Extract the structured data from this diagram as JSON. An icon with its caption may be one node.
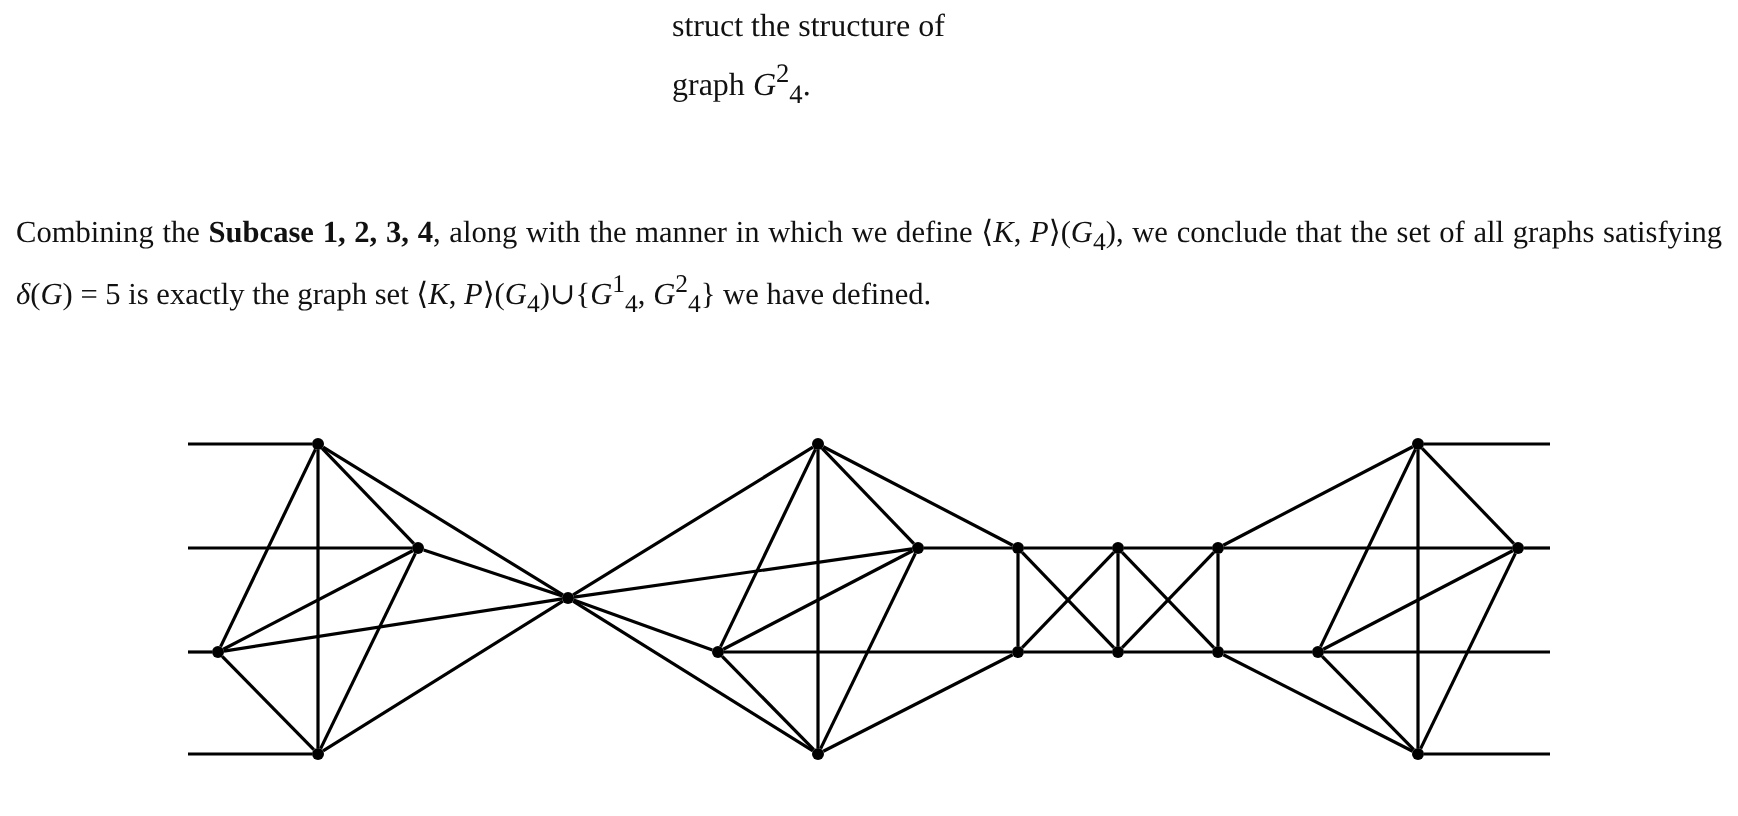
{
  "diagram": {
    "nodes": [
      {
        "text": [],
        "shape": "circle"
      },
      {
        "text": [],
        "shape": "circle"
      },
      {
        "text": [],
        "shape": "circle"
      },
      {
        "text": [],
        "shape": "circle"
      },
      {
        "text": [],
        "shape": "circle"
      },
      {
        "text": [],
        "shape": "circle"
      },
      {
        "text": [],
        "shape": "circle"
      },
      {
        "text": [],
        "shape": "circle"
      },
      {
        "text": [],
        "shape": "circle"
      },
      {
        "text": [],
        "shape": "circle"
      },
      {
        "text": [],
        "shape": "circle"
      },
      {
        "text": [],
        "shape": "circle"
      },
      {
        "text": [],
        "shape": "circle"
      },
      {
        "text": [],
        "shape": "circle"
      },
      {
        "text": [],
        "shape": "circle"
      },
      {
        "text": [],
        "shape": "circle"
      },
      {
        "text": [],
        "shape": "circle"
      },
      {
        "text": [],
        "shape": "circle"
      },
      {
        "text": [],
        "shape": "circle"
      }
    ],
    "edges": [
      {
        "from": null,
        "to": 1,
        "arrow": "none"
      },
      {
        "from": null,
        "to": 3,
        "arrow": "none"
      },
      {
        "from": null,
        "to": 0,
        "arrow": "none"
      },
      {
        "from": null,
        "to": 2,
        "arrow": "none"
      },
      {
        "from": 1,
        "to": 2,
        "arrow": "none"
      },
      {
        "from": 1,
        "to": 0,
        "arrow": "none"
      },
      {
        "from": 1,
        "to": 3,
        "arrow": "none"
      },
      {
        "from": 1,
        "to": 4,
        "arrow": "none"
      },
      {
        "from": 0,
        "to": 3,
        "arrow": "none"
      },
      {
        "from": 0,
        "to": 4,
        "arrow": "none"
      },
      {
        "from": 0,
        "to": 2,
        "arrow": "none"
      },
      {
        "from": 3,
        "to": 2,
        "arrow": "none"
      },
      {
        "from": 3,
        "to": 4,
        "arrow": "none"
      },
      {
        "from": 2,
        "to": 4,
        "arrow": "none"
      },
      {
        "from": 4,
        "to": 6,
        "arrow": "none"
      },
      {
        "from": 4,
        "to": 8,
        "arrow": "none"
      },
      {
        "from": 4,
        "to": 5,
        "arrow": "none"
      },
      {
        "from": 4,
        "to": 7,
        "arrow": "none"
      },
      {
        "from": 6,
        "to": 5,
        "arrow": "none"
      },
      {
        "from": 6,
        "to": 7,
        "arrow": "none"
      },
      {
        "from": 6,
        "to": 8,
        "arrow": "none"
      },
      {
        "from": 5,
        "to": 8,
        "arrow": "none"
      },
      {
        "from": 5,
        "to": 7,
        "arrow": "none"
      },
      {
        "from": 8,
        "to": 7,
        "arrow": "none"
      },
      {
        "from": 6,
        "to": 9,
        "arrow": "none"
      },
      {
        "from": 8,
        "to": 9,
        "arrow": "none"
      },
      {
        "from": 5,
        "to": 10,
        "arrow": "none"
      },
      {
        "from": 7,
        "to": 10,
        "arrow": "none"
      },
      {
        "from": 9,
        "to": 11,
        "arrow": "none"
      },
      {
        "from": 11,
        "to": 13,
        "arrow": "none"
      },
      {
        "from": 10,
        "to": 12,
        "arrow": "none"
      },
      {
        "from": 12,
        "to": 14,
        "arrow": "none"
      },
      {
        "from": 9,
        "to": 10,
        "arrow": "none"
      },
      {
        "from": 11,
        "to": 12,
        "arrow": "none"
      },
      {
        "from": 13,
        "to": 14,
        "arrow": "none"
      },
      {
        "from": 9,
        "to": 12,
        "arrow": "none"
      },
      {
        "from": 10,
        "to": 11,
        "arrow": "none"
      },
      {
        "from": 11,
        "to": 14,
        "arrow": "none"
      },
      {
        "from": 12,
        "to": 13,
        "arrow": "none"
      },
      {
        "from": 13,
        "to": 16,
        "arrow": "none"
      },
      {
        "from": 13,
        "to": 18,
        "arrow": "none"
      },
      {
        "from": 14,
        "to": 15,
        "arrow": "none"
      },
      {
        "from": 14,
        "to": 17,
        "arrow": "none"
      },
      {
        "from": 16,
        "to": 15,
        "arrow": "none"
      },
      {
        "from": 16,
        "to": 17,
        "arrow": "none"
      },
      {
        "from": 16,
        "to": 18,
        "arrow": "none"
      },
      {
        "from": 15,
        "to": 18,
        "arrow": "none"
      },
      {
        "from": 15,
        "to": 17,
        "arrow": "none"
      },
      {
        "from": 18,
        "to": 17,
        "arrow": "none"
      },
      {
        "from": 16,
        "to": null,
        "arrow": "none"
      },
      {
        "from": 18,
        "to": null,
        "arrow": "none"
      },
      {
        "from": 15,
        "to": null,
        "arrow": "none"
      },
      {
        "from": 17,
        "to": null,
        "arrow": "none"
      }
    ],
    "labels": [
      "struct the structure of graph *G*$^{2}$$_{4}$.",
      "Combining the **Subcase 1, 2, 3, 4**, along with the manner in which we define ⟨*K*, *P*⟩(*G*$_{4}$), we conclude that the set of all graphs satisfying *δ*(*G*) = 5 is exactly the graph set ⟨*K*, *P*⟩(*G*$_{4}$)∪{*G*$^{1}$$_{4}$, *G*$^{2}$$_{4}$} we have defined."
    ]
  }
}
